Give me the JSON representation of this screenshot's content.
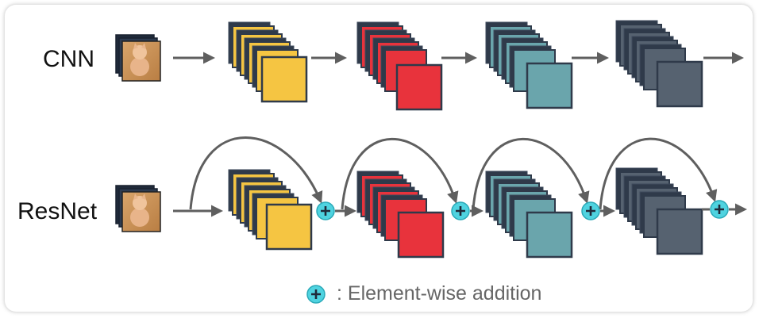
{
  "rows": {
    "cnn": {
      "label": "CNN"
    },
    "resnet": {
      "label": "ResNet"
    }
  },
  "legend": {
    "symbol": "+",
    "text": ": Element-wise addition"
  },
  "colors": {
    "block_yellow": "#f5c542",
    "block_red": "#e8333c",
    "block_teal": "#6aa5ac",
    "block_slate": "#566270",
    "stack_edge": "#2f3a4a",
    "arrow": "#5f5f5f",
    "add_circle": "#4fd3e0"
  }
}
